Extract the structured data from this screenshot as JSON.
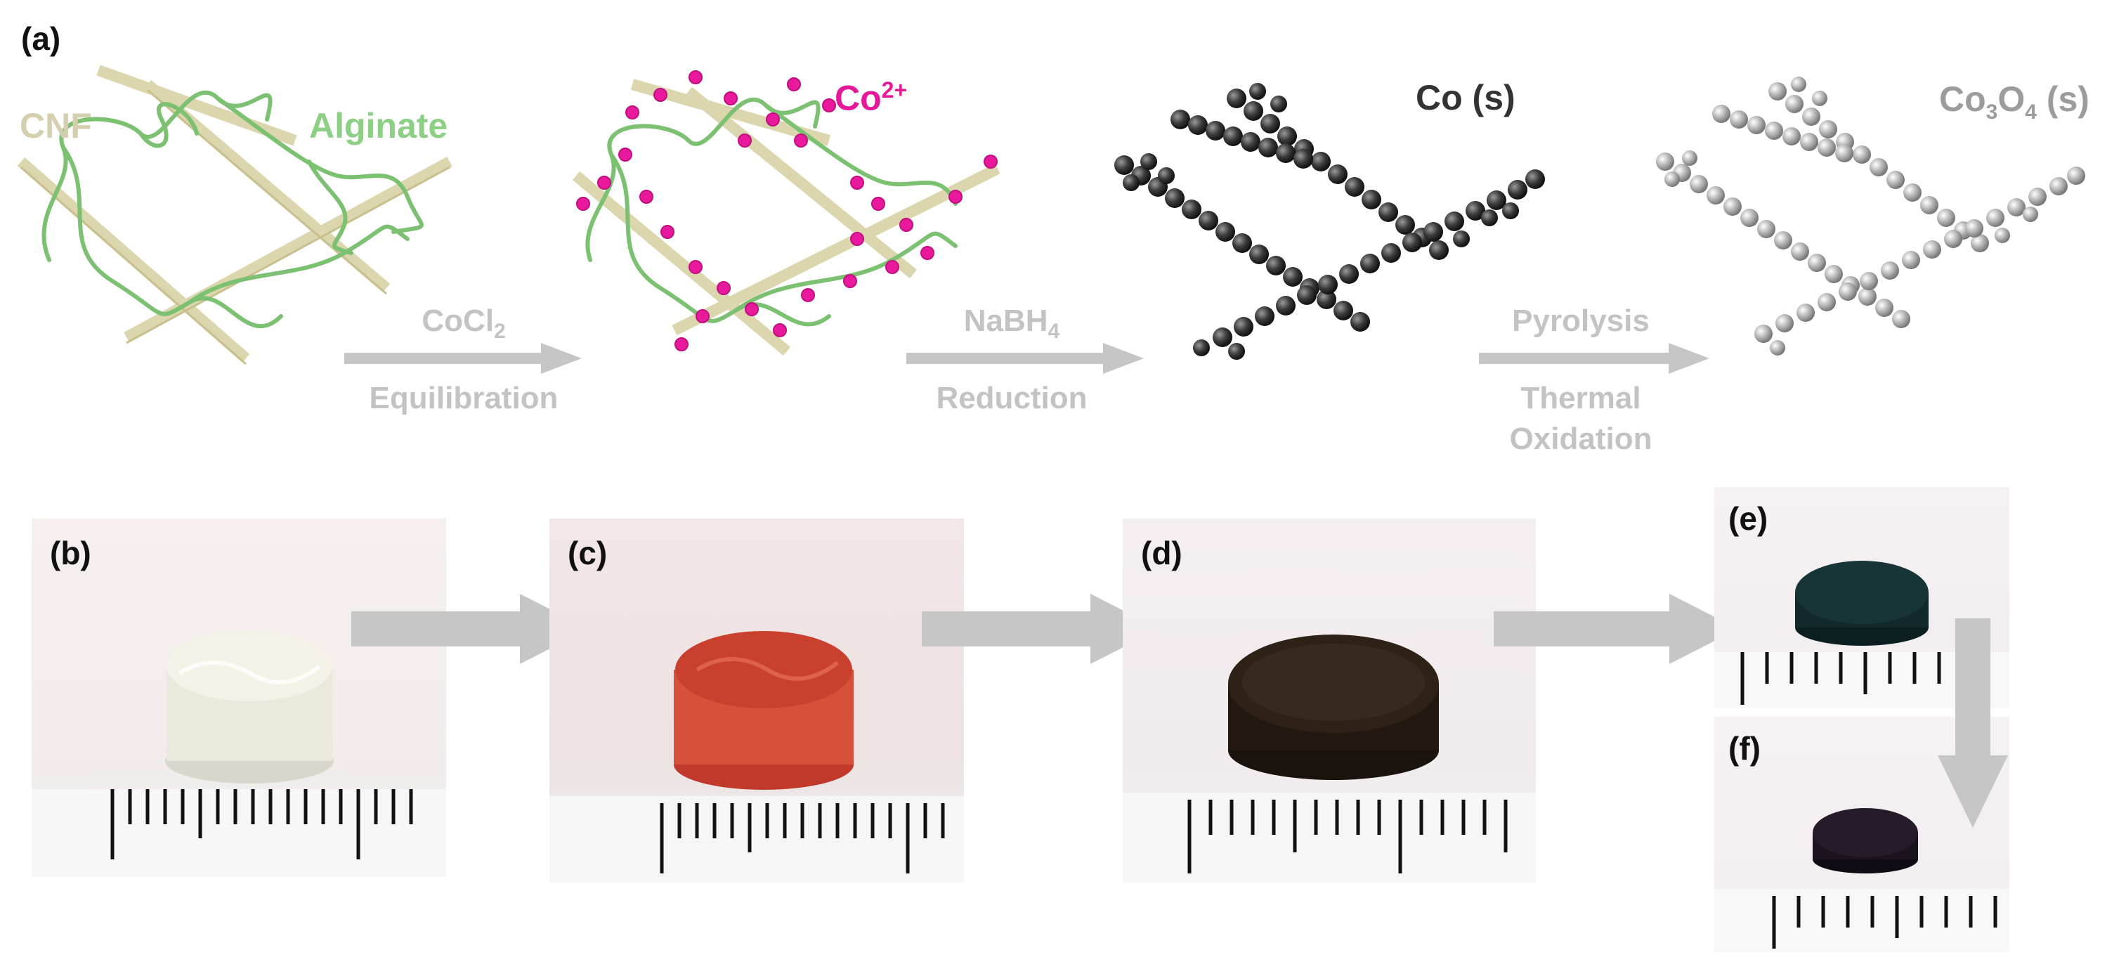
{
  "panel_a": {
    "label": "(a)",
    "terms": {
      "cnf": "CNF",
      "alginate": "Alginate",
      "co_ion": "Co",
      "co_ion_sup": "2+",
      "co_solid": "Co (s)",
      "co3o4_a": "Co",
      "co3o4_sub1": "3",
      "co3o4_b": "O",
      "co3o4_sub2": "4",
      "co3o4_c": " (s)"
    },
    "steps": [
      {
        "reagent": "CoCl",
        "reagent_sub": "2",
        "process": "Equilibration"
      },
      {
        "reagent": "NaBH",
        "reagent_sub": "4",
        "process": "Reduction"
      },
      {
        "reagent": "Pyrolysis",
        "reagent_sub": "",
        "process_line1": "Thermal",
        "process_line2": "Oxidation"
      }
    ]
  },
  "photo_panels": [
    {
      "label": "(b)"
    },
    {
      "label": "(c)"
    },
    {
      "label": "(d)"
    },
    {
      "label": "(e)"
    },
    {
      "label": "(f)"
    }
  ],
  "colors": {
    "cnf": "#d8d2a8",
    "alginate": "#86c77e",
    "cobalt_ion": "#e5189a",
    "cobalt": "#3a3a3a",
    "co3o4": "#b8b8b8",
    "arrow": "#c6c6c6"
  }
}
